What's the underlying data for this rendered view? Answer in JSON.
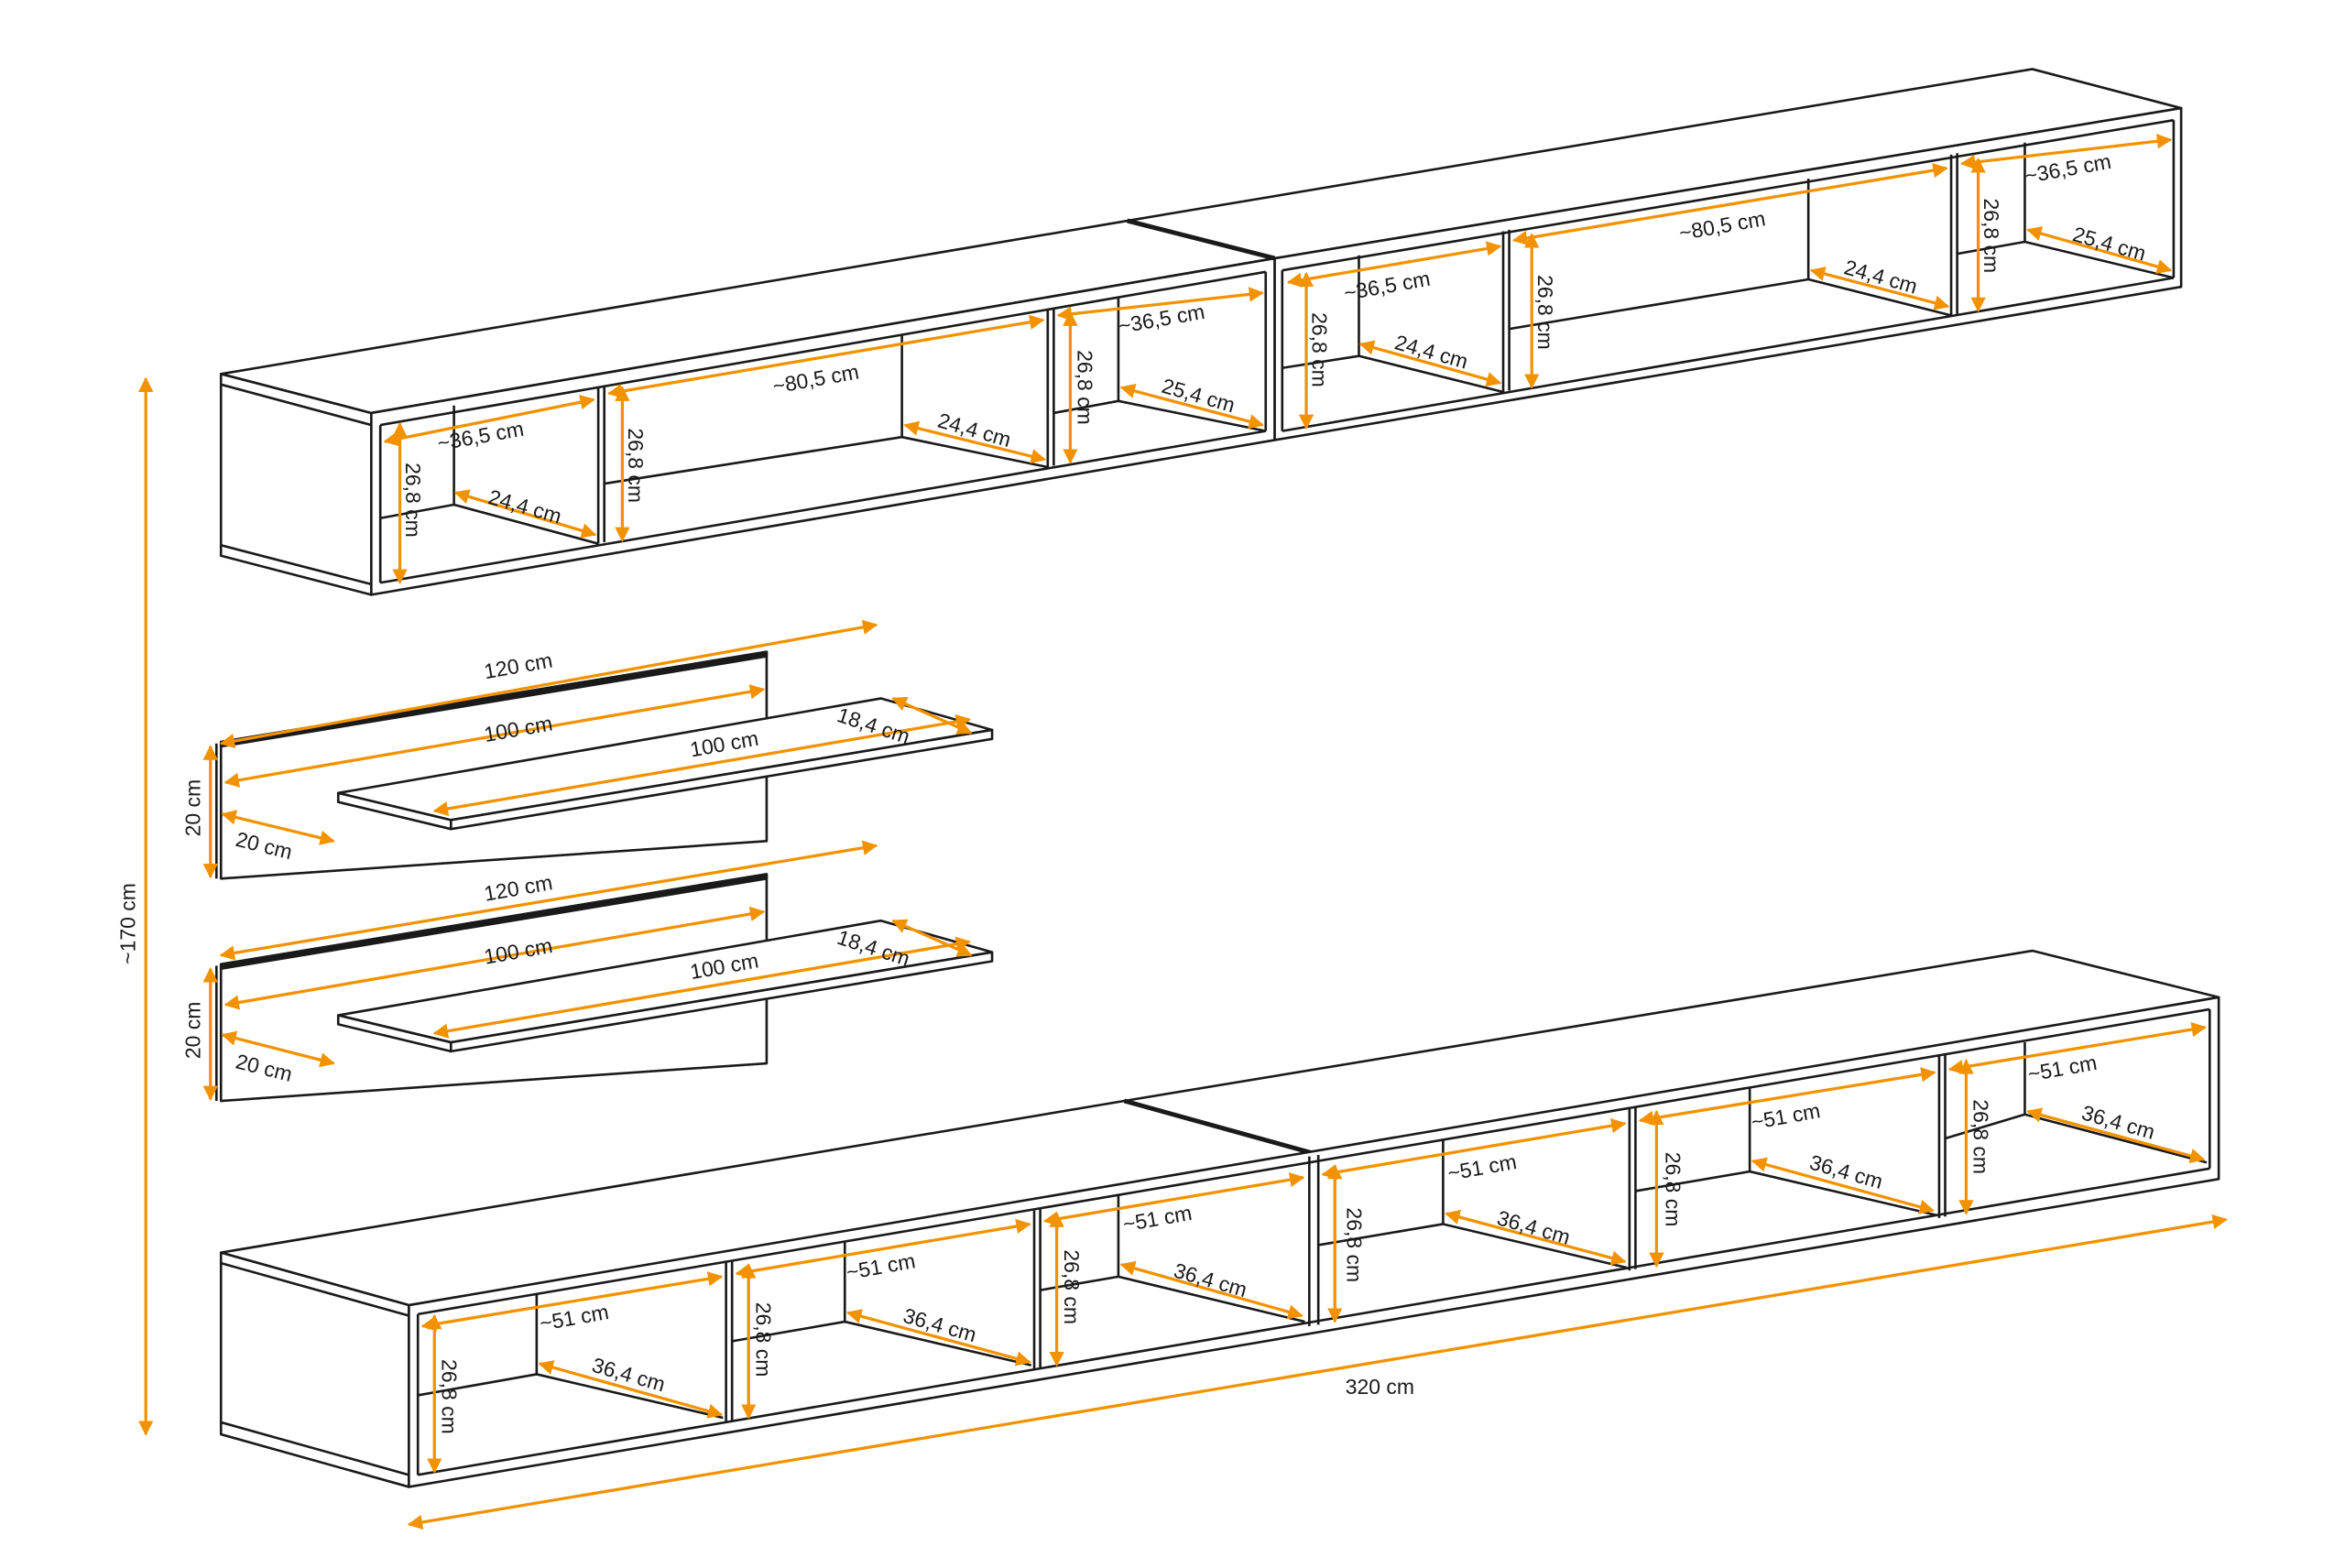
{
  "diagram": {
    "accent_color": "#f39200",
    "line_color": "#1a1a1a",
    "overall_height": "~170 cm",
    "overall_width": "320 cm",
    "upper_unit": {
      "left": {
        "compartments": [
          {
            "width": "~36,5 cm",
            "height": "26,8 cm",
            "depth": "24,4 cm"
          },
          {
            "width": "~80,5 cm",
            "height": "26,8 cm",
            "depth": "24,4 cm"
          },
          {
            "width": "~36,5 cm",
            "height": "26,8 cm",
            "depth": "25,4 cm"
          }
        ]
      },
      "right": {
        "compartments": [
          {
            "width": "~36,5 cm",
            "height": "26,8 cm",
            "depth": "24,4 cm"
          },
          {
            "width": "~80,5 cm",
            "height": "26,8 cm",
            "depth": "24,4 cm"
          },
          {
            "width": "~36,5 cm",
            "height": "26,8 cm",
            "depth": "25,4 cm"
          }
        ]
      }
    },
    "shelves": [
      {
        "panel_width": "120 cm",
        "panel_inner": "100 cm",
        "shelf_width": "100 cm",
        "shelf_depth": "18,4 cm",
        "panel_height": "20 cm",
        "offset": "20 cm"
      },
      {
        "panel_width": "120 cm",
        "panel_inner": "100 cm",
        "shelf_width": "100 cm",
        "shelf_depth": "18,4 cm",
        "panel_height": "20 cm",
        "offset": "20 cm"
      }
    ],
    "lower_unit": {
      "compartments": [
        {
          "width": "~51 cm",
          "height": "26,8 cm",
          "depth": "36,4 cm"
        },
        {
          "width": "~51 cm",
          "height": "26,8 cm",
          "depth": "36,4 cm"
        },
        {
          "width": "~51 cm",
          "height": "26,8 cm",
          "depth": "36,4 cm"
        },
        {
          "width": "~51 cm",
          "height": "26,8 cm",
          "depth": "36,4 cm"
        },
        {
          "width": "~51 cm",
          "height": "26,8 cm",
          "depth": "36,4 cm"
        },
        {
          "width": "~51 cm",
          "height": "26,8 cm",
          "depth": "36,4 cm"
        }
      ]
    }
  }
}
